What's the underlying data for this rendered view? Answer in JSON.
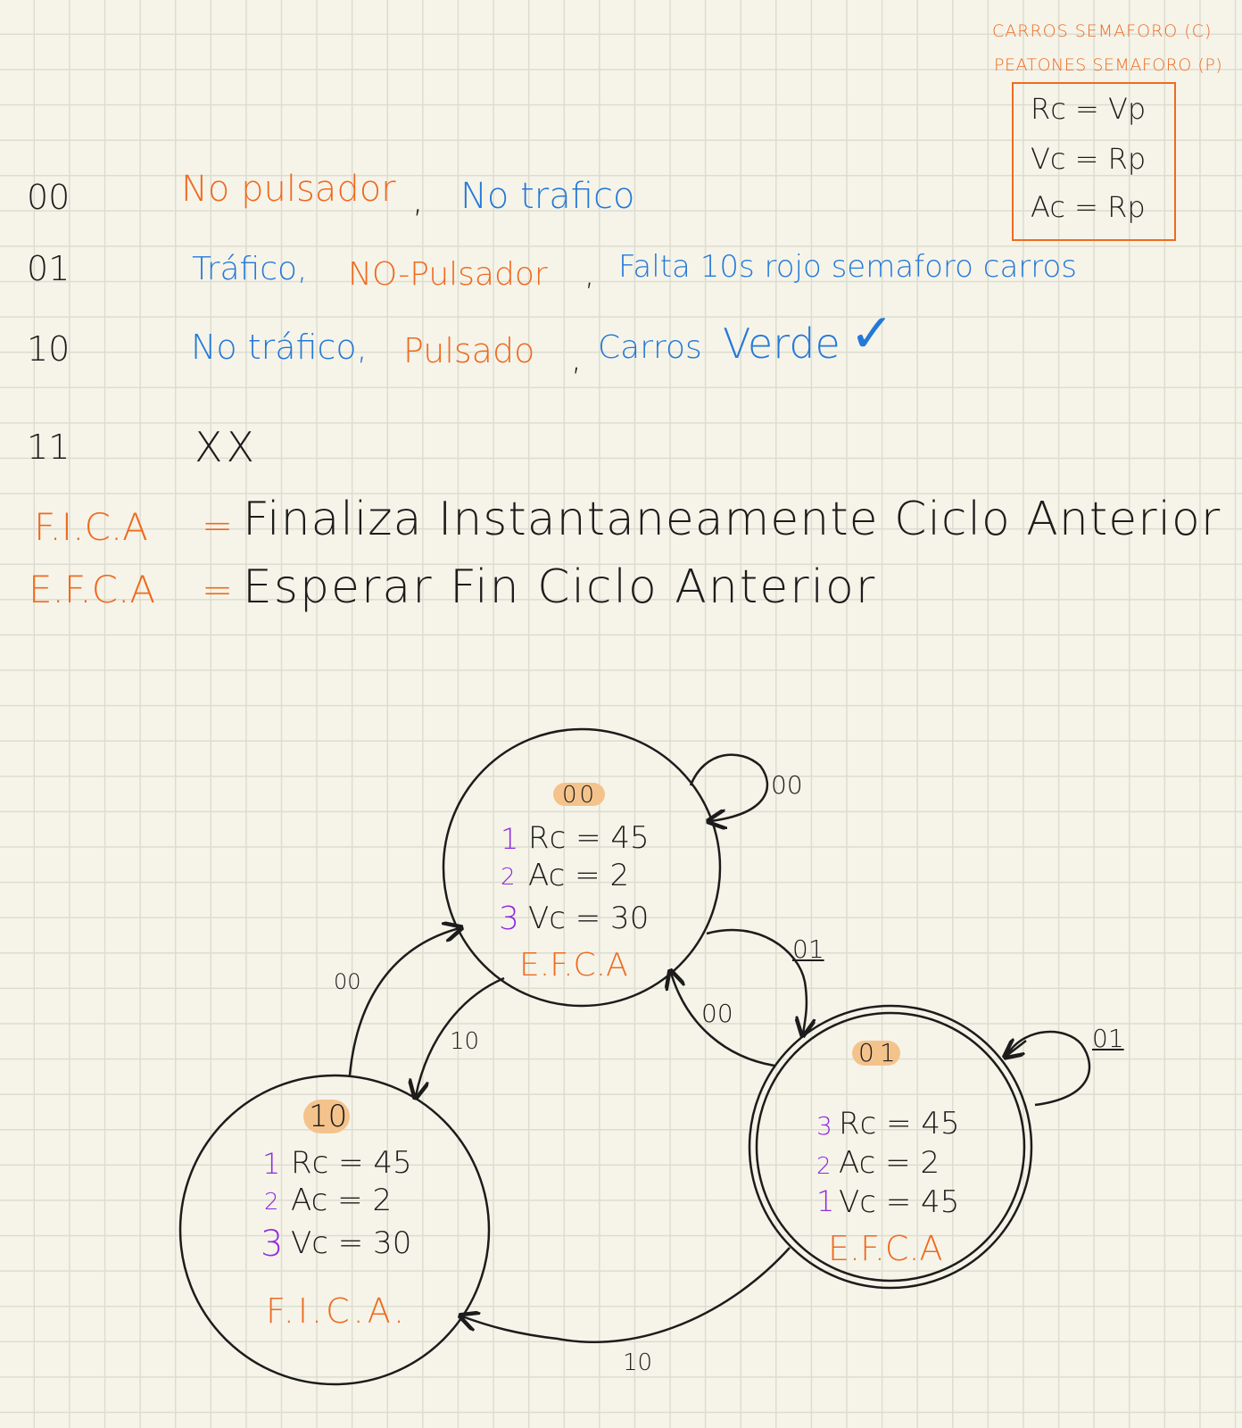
{
  "legend": {
    "title_c": "CARROS SEMAFORO (C)",
    "title_p": "PEATONES SEMAFORO (P)",
    "rules": [
      "Rc = Vp",
      "Vc = Rp",
      "Ac = Rp"
    ]
  },
  "codes": [
    {
      "code": "00",
      "parts": [
        {
          "text": "No pulsador",
          "color": "orange"
        },
        {
          "text": ",",
          "color": "black"
        },
        {
          "text": "No trafico",
          "color": "blue"
        }
      ]
    },
    {
      "code": "01",
      "parts": [
        {
          "text": "Tráfico,",
          "color": "blue"
        },
        {
          "text": "NO-Pulsador",
          "color": "orange"
        },
        {
          "text": ",",
          "color": "black"
        },
        {
          "text": "Falta 10s rojo semaforo carros",
          "color": "blue"
        }
      ]
    },
    {
      "code": "10",
      "parts": [
        {
          "text": "No tráfico,",
          "color": "blue"
        },
        {
          "text": "Pulsado",
          "color": "orange"
        },
        {
          "text": ",",
          "color": "black"
        },
        {
          "text": "Carros",
          "color": "blue"
        },
        {
          "text": "Verde",
          "color": "blue"
        },
        {
          "text": "✓",
          "color": "blue"
        }
      ]
    },
    {
      "code": "11",
      "parts": [
        {
          "text": "XX",
          "color": "black"
        }
      ]
    }
  ],
  "definitions": [
    {
      "abbr": "F.I.C.A",
      "eq": "=",
      "meaning": "Finaliza Instantaneamente Ciclo Anterior"
    },
    {
      "abbr": "E.F.C.A",
      "eq": "=",
      "meaning": "Esperar Fin Ciclo Anterior"
    }
  ],
  "states": {
    "s00": {
      "name": "00",
      "lines": [
        {
          "n": "1",
          "eq": "Rc = 45"
        },
        {
          "n": "2",
          "eq": "Ac = 2"
        },
        {
          "n": "3",
          "eq": "Vc = 30"
        }
      ],
      "mode": "E.F.C.A"
    },
    "s10": {
      "name": "10",
      "lines": [
        {
          "n": "1",
          "eq": "Rc = 45"
        },
        {
          "n": "2",
          "eq": "Ac = 2"
        },
        {
          "n": "3",
          "eq": "Vc = 30"
        }
      ],
      "mode": "F.I.C.A."
    },
    "s01": {
      "name": "01",
      "lines": [
        {
          "n": "3",
          "eq": "Rc = 45"
        },
        {
          "n": "2",
          "eq": "Ac = 2"
        },
        {
          "n": "1",
          "eq": "Vc = 45"
        }
      ],
      "mode": "E.F.C.A"
    }
  },
  "transitions": {
    "self_00": "00",
    "t00_to_01": "01",
    "t01_to_00": "00",
    "self_01": "01",
    "t10_to_00": "00",
    "t00_to_10": "10",
    "t01_to_10": "10"
  },
  "colors": {
    "ink": "#1c1c1c",
    "orange": "#ef6a1f",
    "blue": "#2479d8",
    "purple": "#8e2be0",
    "highlight": "#f4c38c"
  }
}
